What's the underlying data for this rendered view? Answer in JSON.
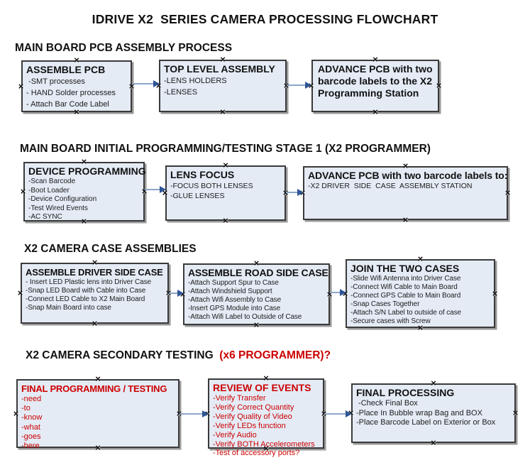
{
  "title": "IDRIVE X2  SERIES CAMERA PROCESSING FLOWCHART",
  "colors": {
    "box_fill": "#e4ebf5",
    "box_border": "#3a3a3a",
    "box_shadow": "#999999",
    "arrow_line": "#8ca6c9",
    "arrow_head": "#2e5696",
    "red_text": "#cc0000",
    "black_text": "#111111"
  },
  "sections": [
    {
      "heading": "MAIN BOARD PCB ASSEMBLY PROCESS",
      "heading_red": "",
      "boxes": [
        {
          "title": "ASSEMBLE PCB",
          "items": [
            " -SMT processes",
            "- HAND Solder processes",
            "- Attach Bar Code Label"
          ]
        },
        {
          "title": "TOP LEVEL ASSEMBLY",
          "items": [
            "-LENS HOLDERS",
            "-LENSES"
          ]
        },
        {
          "title": "ADVANCE PCB with two barcode labels to the X2 Programming Station",
          "items": []
        }
      ]
    },
    {
      "heading": "MAIN BOARD INITIAL PROGRAMMING/TESTING STAGE 1 (X2 PROGRAMMER)",
      "heading_red": "",
      "boxes": [
        {
          "title": "DEVICE PROGRAMMING",
          "items": [
            "-Scan Barcode",
            "-Boot Loader",
            "-Device Configuration",
            "-Test Wired Events",
            "-AC SYNC"
          ]
        },
        {
          "title": "LENS FOCUS",
          "items": [
            "-FOCUS BOTH LENSES",
            "-GLUE LENSES"
          ]
        },
        {
          "title": "ADVANCE PCB with two barcode labels to:",
          "items": [
            "-X2 DRIVER  SIDE  CASE  ASSEMBLY STATION"
          ]
        }
      ]
    },
    {
      "heading": "X2 CAMERA CASE ASSEMBLIES",
      "heading_red": "",
      "boxes": [
        {
          "title": "ASSEMBLE DRIVER SIDE CASE",
          "items": [
            "- Insert LED Plastic lens into Driver Case",
            "-Snap LED Board with Cable into Case",
            "-Connect LED Cable to X2 Main Board",
            "-Snap Main Board into case"
          ]
        },
        {
          "title": "ASSEMBLE ROAD SIDE CASE",
          "items": [
            "-Attach Support Spur to Case",
            "-Attach Windshield Support",
            "-Attach Wifi Assembly to Case",
            "-Insert GPS Module into Case",
            "-Attach Wifi Label to Outside of Case"
          ]
        },
        {
          "title": "JOIN THE TWO CASES",
          "items": [
            "-Slide Wifi Antenna into Driver Case",
            "-Connect Wifi Cable to Main Board",
            "-Connect GPS Cable to Main Board",
            "-Snap Cases Together",
            "-Attach S/N Label to outside of case",
            "-Secure cases with Screw"
          ]
        }
      ]
    },
    {
      "heading": "X2 CAMERA SECONDARY TESTING ",
      "heading_red": " (x6 PROGRAMMER)?",
      "boxes": [
        {
          "title": "FINAL PROGRAMMING / TESTING",
          "items": [
            "-need",
            "-to",
            "-know",
            "-what",
            "-goes",
            "-here"
          ]
        },
        {
          "title": "REVIEW OF EVENTS",
          "items": [
            "-Verify Transfer",
            "-Verify Correct Quantity",
            "-Verify Quality of Video",
            "-Verify LEDs function",
            "-Verify Audio",
            "-Verify BOTH Accelerometers",
            "-Test of accessory ports?"
          ]
        },
        {
          "title": "FINAL PROCESSING",
          "items": [
            " -Check Final Box",
            "-Place In Bubble wrap Bag and BOX",
            "-Place Barcode Label on Exterior or Box"
          ]
        }
      ]
    }
  ]
}
